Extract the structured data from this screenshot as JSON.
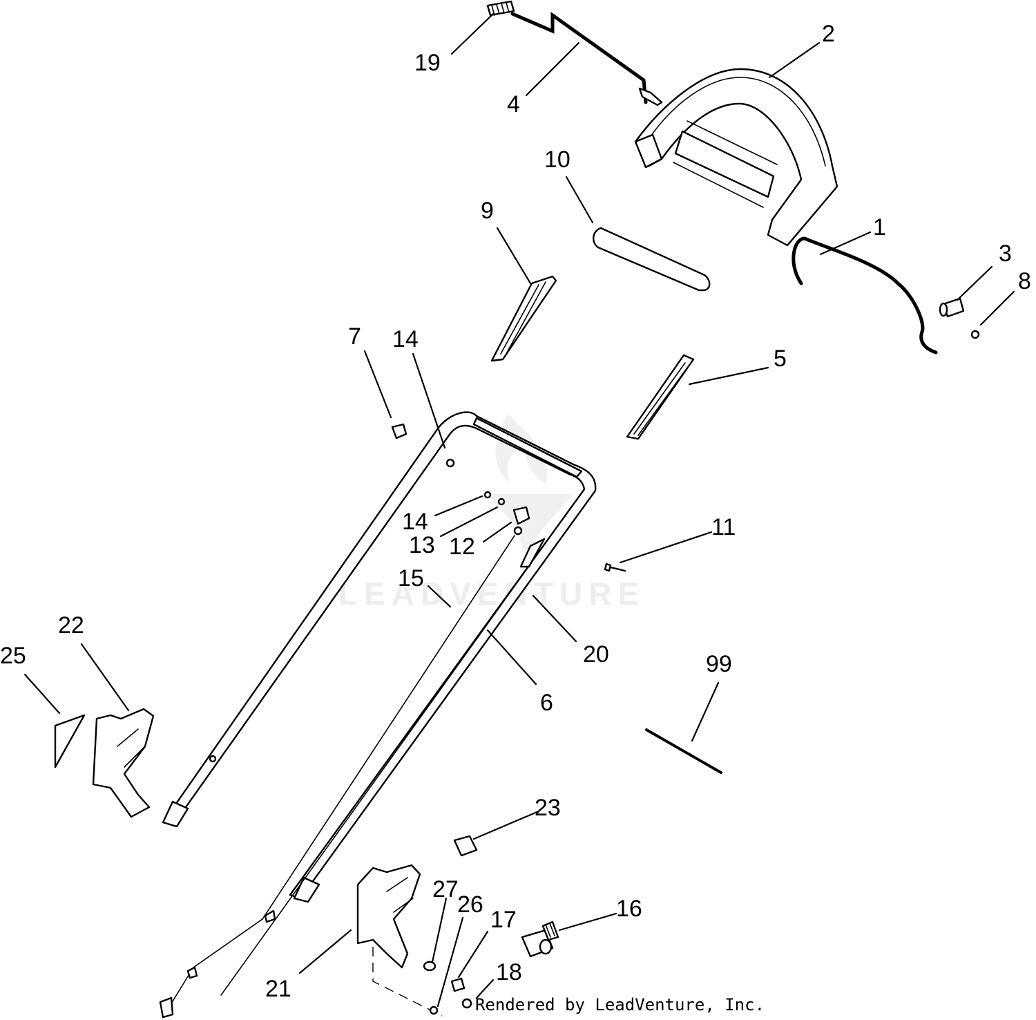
{
  "watermark": {
    "text": "LEADVENTURE"
  },
  "footer": {
    "credit": "Rendered by LeadVenture, Inc."
  },
  "callouts": [
    {
      "label": "19"
    },
    {
      "label": "4"
    },
    {
      "label": "2"
    },
    {
      "label": "10"
    },
    {
      "label": "9"
    },
    {
      "label": "1"
    },
    {
      "label": "3"
    },
    {
      "label": "8"
    },
    {
      "label": "7"
    },
    {
      "label": "14"
    },
    {
      "label": "5"
    },
    {
      "label": "14"
    },
    {
      "label": "13"
    },
    {
      "label": "12"
    },
    {
      "label": "11"
    },
    {
      "label": "15"
    },
    {
      "label": "22"
    },
    {
      "label": "25"
    },
    {
      "label": "20"
    },
    {
      "label": "99"
    },
    {
      "label": "6"
    },
    {
      "label": "23"
    },
    {
      "label": "27"
    },
    {
      "label": "26"
    },
    {
      "label": "17"
    },
    {
      "label": "16"
    },
    {
      "label": "18"
    },
    {
      "label": "21"
    }
  ]
}
